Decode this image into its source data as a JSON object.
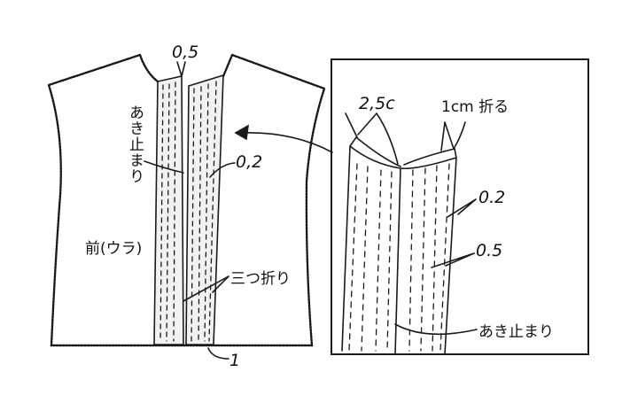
{
  "colors": {
    "ink": "#1a1a1a",
    "paper": "#ffffff"
  },
  "bodice": {
    "neck_opening_label": "0,5",
    "opening_stop_label": "あき止まり",
    "stitch_label": "0,2",
    "front_wrong_side_label": "前(ウラ)",
    "triple_fold_label": "三つ折り",
    "bottom_label": "1"
  },
  "detail": {
    "width_label": "2,5c",
    "fold_label": "1cm 折る",
    "stitch_outer_label": "0.2",
    "stitch_inner_label": "0.5",
    "opening_stop_label": "あき止まり"
  }
}
